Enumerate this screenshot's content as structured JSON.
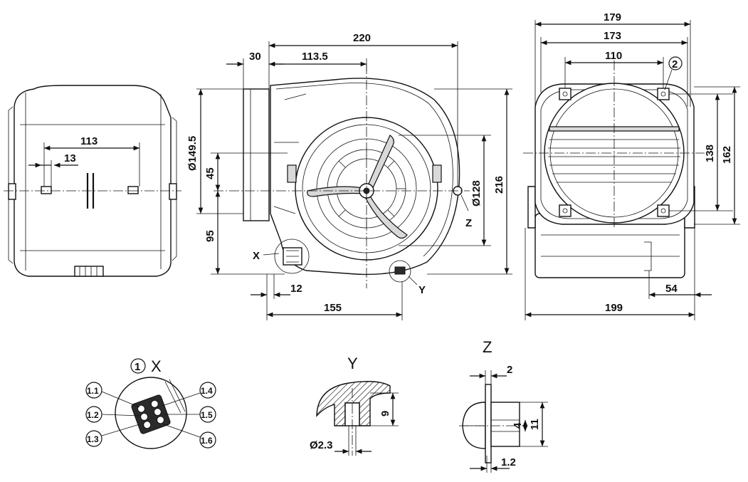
{
  "side_view": {
    "dim_113": "113",
    "dim_13": "13"
  },
  "front_view": {
    "dim_220": "220",
    "dim_30": "30",
    "dim_113_5": "113.5",
    "dim_149_5": "Ø149.5",
    "dim_45": "45",
    "dim_95": "95",
    "dim_128": "Ø128",
    "dim_216": "216",
    "dim_12": "12",
    "dim_155": "155",
    "label_x": "X",
    "label_y": "Y",
    "label_z": "Z"
  },
  "rear_view": {
    "dim_179": "179",
    "dim_173": "173",
    "dim_110": "110",
    "dim_138": "138",
    "dim_162": "162",
    "dim_54": "54",
    "dim_199": "199",
    "marker_2": "2"
  },
  "detail_x": {
    "title": "X",
    "marker_1": "1",
    "pins": [
      "1.1",
      "1.2",
      "1.3",
      "1.4",
      "1.5",
      "1.6"
    ]
  },
  "detail_y": {
    "title": "Y",
    "dim_9": "9",
    "dim_2_3": "Ø2.3"
  },
  "detail_z": {
    "title": "Z",
    "dim_2": "2",
    "dim_4": "4",
    "dim_11": "11",
    "dim_1_2": "1.2"
  }
}
